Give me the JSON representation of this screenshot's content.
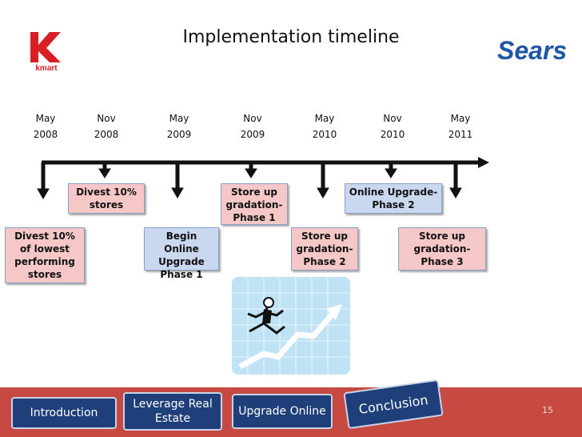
{
  "slide": {
    "title": "Implementation timeline",
    "page_number": "15"
  },
  "logos": {
    "left": {
      "icon": "kmart-logo",
      "text": "kmart",
      "color": "#d71f26"
    },
    "right": {
      "icon": "sears-logo",
      "text": "Sears",
      "color": "#1f56a6"
    }
  },
  "timeline": {
    "dates": [
      {
        "month": "May",
        "year": "2008"
      },
      {
        "month": "Nov",
        "year": "2008"
      },
      {
        "month": "May",
        "year": "2009"
      },
      {
        "month": "Nov",
        "year": "2009"
      },
      {
        "month": "May",
        "year": "2010"
      },
      {
        "month": "Nov",
        "year": "2010"
      },
      {
        "month": "May",
        "year": "2011"
      }
    ],
    "upper_boxes": [
      {
        "text": "Divest 10% stores",
        "color": "#f5c7c7"
      },
      {
        "text": "Store up gradation- Phase 1",
        "color": "#f5c7c7"
      },
      {
        "text": "Online Upgrade- Phase 2",
        "color": "#c9d7ef"
      }
    ],
    "lower_boxes": [
      {
        "text": "Divest 10% of lowest performing stores",
        "color": "#f5c7c7"
      },
      {
        "text": "Begin Online Upgrade Phase 1",
        "color": "#c9d7ef"
      },
      {
        "text": "Store up gradation- Phase 2",
        "color": "#f5c7c7"
      },
      {
        "text": "Store up gradation- Phase 3",
        "color": "#f5c7c7"
      }
    ]
  },
  "navigation": {
    "introduction": "Introduction",
    "leverage": "Leverage Real Estate",
    "upgrade": "Upgrade Online",
    "conclusion": "Conclusion"
  },
  "colors": {
    "bottom_bar": "#c64a42",
    "nav_button": "#1f3f7a",
    "arrow": "#111111"
  }
}
